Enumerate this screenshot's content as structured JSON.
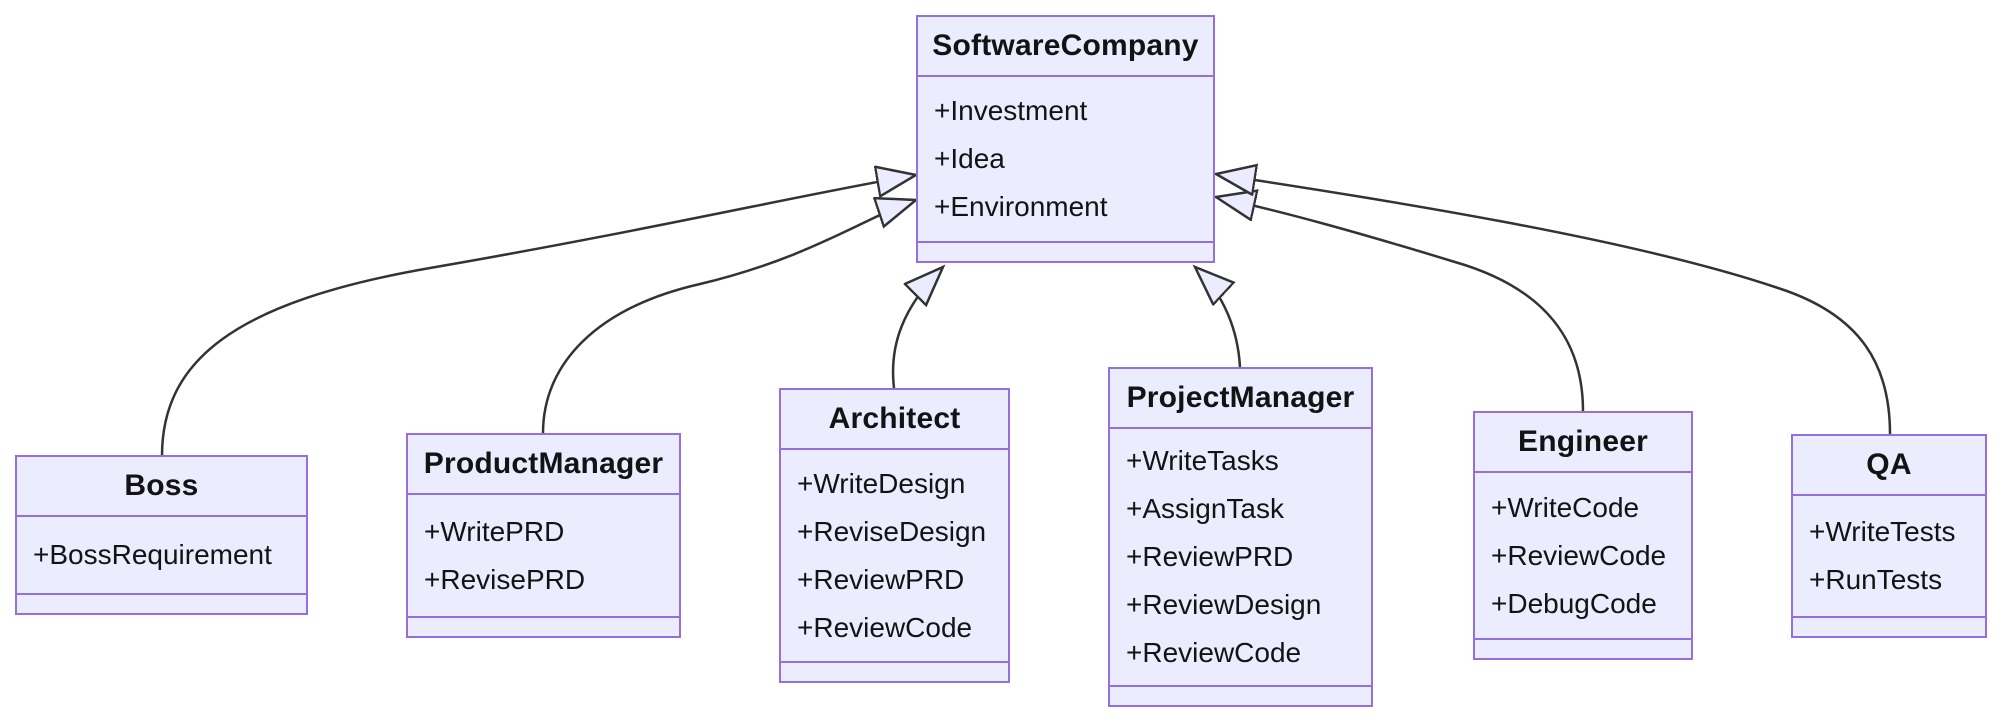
{
  "diagram": {
    "kind": "uml-class-diagram",
    "colors": {
      "node_fill": "#ECECFF",
      "node_border": "#9370DB",
      "edge": "#333333",
      "text": "#131313",
      "background": "#FFFFFF"
    },
    "classes": [
      {
        "name": "SoftwareCompany",
        "members": [
          "+Investment",
          "+Idea",
          "+Environment"
        ]
      },
      {
        "name": "Boss",
        "members": [
          "+BossRequirement"
        ]
      },
      {
        "name": "ProductManager",
        "members": [
          "+WritePRD",
          "+RevisePRD"
        ]
      },
      {
        "name": "Architect",
        "members": [
          "+WriteDesign",
          "+ReviseDesign",
          "+ReviewPRD",
          "+ReviewCode"
        ]
      },
      {
        "name": "ProjectManager",
        "members": [
          "+WriteTasks",
          "+AssignTask",
          "+ReviewPRD",
          "+ReviewDesign",
          "+ReviewCode"
        ]
      },
      {
        "name": "Engineer",
        "members": [
          "+WriteCode",
          "+ReviewCode",
          "+DebugCode"
        ]
      },
      {
        "name": "QA",
        "members": [
          "+WriteTests",
          "+RunTests"
        ]
      }
    ],
    "relationships": [
      {
        "from": "Boss",
        "to": "SoftwareCompany",
        "type": "inheritance"
      },
      {
        "from": "ProductManager",
        "to": "SoftwareCompany",
        "type": "inheritance"
      },
      {
        "from": "Architect",
        "to": "SoftwareCompany",
        "type": "inheritance"
      },
      {
        "from": "ProjectManager",
        "to": "SoftwareCompany",
        "type": "inheritance"
      },
      {
        "from": "Engineer",
        "to": "SoftwareCompany",
        "type": "inheritance"
      },
      {
        "from": "QA",
        "to": "SoftwareCompany",
        "type": "inheritance"
      }
    ]
  }
}
